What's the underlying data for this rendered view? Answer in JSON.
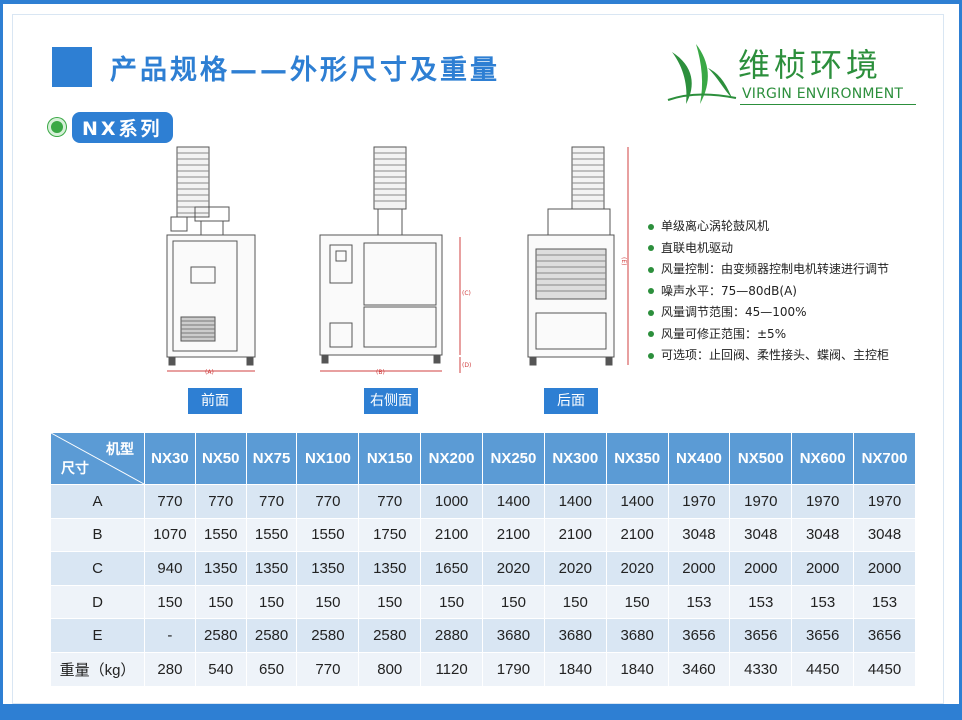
{
  "header": {
    "title": "产品规格——外形尺寸及重量",
    "logo_cn": "维桢环境",
    "logo_en": "VIRGIN ENVIRONMENT"
  },
  "series": {
    "label": "NX系列"
  },
  "views": {
    "front": "前面",
    "side": "右侧面",
    "back": "后面"
  },
  "dimension_marks": {
    "A": "(A)",
    "B": "(B)",
    "C": "(C)",
    "D": "(D)",
    "E": "(E)"
  },
  "features": [
    "单级离心涡轮鼓风机",
    "直联电机驱动",
    "风量控制：由变频器控制电机转速进行调节",
    "噪声水平：75—80dB(A)",
    "风量调节范围：45—100%",
    "风量可修正范围：±5%",
    "可选项：止回阀、柔性接头、蝶阀、主控柜"
  ],
  "table": {
    "corner_top": "机型",
    "corner_bottom": "尺寸",
    "models": [
      "NX30",
      "NX50",
      "NX75",
      "NX100",
      "NX150",
      "NX200",
      "NX250",
      "NX300",
      "NX350",
      "NX400",
      "NX500",
      "NX600",
      "NX700"
    ],
    "rows": [
      {
        "label": "A",
        "values": [
          "770",
          "770",
          "770",
          "770",
          "770",
          "1000",
          "1400",
          "1400",
          "1400",
          "1970",
          "1970",
          "1970",
          "1970"
        ]
      },
      {
        "label": "B",
        "values": [
          "1070",
          "1550",
          "1550",
          "1550",
          "1750",
          "2100",
          "2100",
          "2100",
          "2100",
          "3048",
          "3048",
          "3048",
          "3048"
        ]
      },
      {
        "label": "C",
        "values": [
          "940",
          "1350",
          "1350",
          "1350",
          "1350",
          "1650",
          "2020",
          "2020",
          "2020",
          "2000",
          "2000",
          "2000",
          "2000"
        ]
      },
      {
        "label": "D",
        "values": [
          "150",
          "150",
          "150",
          "150",
          "150",
          "150",
          "150",
          "150",
          "150",
          "153",
          "153",
          "153",
          "153"
        ]
      },
      {
        "label": "E",
        "values": [
          "-",
          "2580",
          "2580",
          "2580",
          "2580",
          "2880",
          "3680",
          "3680",
          "3680",
          "3656",
          "3656",
          "3656",
          "3656"
        ]
      },
      {
        "label": "重量（kg）",
        "values": [
          "280",
          "540",
          "650",
          "770",
          "800",
          "1120",
          "1790",
          "1840",
          "1840",
          "3460",
          "4330",
          "4450",
          "4450"
        ]
      }
    ]
  },
  "colors": {
    "brand_blue": "#2e7fd3",
    "brand_green": "#2c8f3c",
    "table_header": "#5b9bd5",
    "table_row_a": "#d9e6f3",
    "table_row_b": "#eef3f9"
  }
}
